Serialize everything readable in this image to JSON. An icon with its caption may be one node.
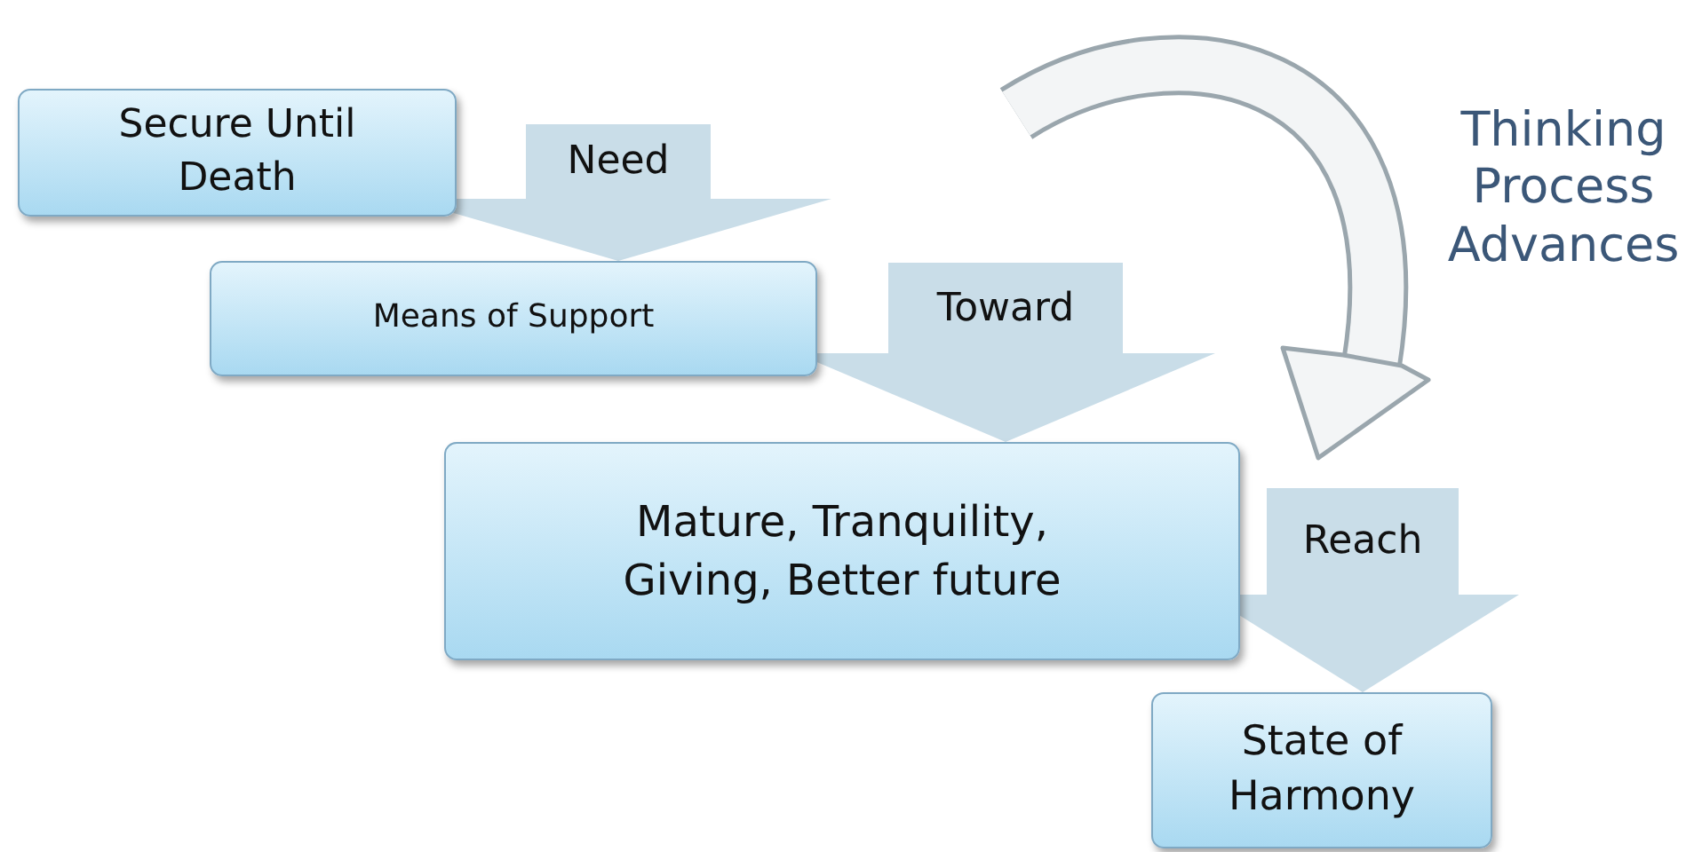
{
  "diagram": {
    "nodes": [
      {
        "text": [
          "Secure Until Death"
        ]
      },
      {
        "text": [
          "Means of Support"
        ]
      },
      {
        "text": [
          "Mature, Tranquility, Giving, Better future"
        ]
      },
      {
        "text": [
          "State of Harmony"
        ]
      }
    ],
    "edges": [
      {
        "from": 0,
        "to": 1,
        "arrow": "to",
        "label": "Need"
      },
      {
        "from": 1,
        "to": 2,
        "arrow": "to",
        "label": "Toward"
      },
      {
        "from": 2,
        "to": 3,
        "arrow": "to",
        "label": "Reach"
      }
    ],
    "labels": [
      "Thinking Process Advances"
    ]
  }
}
